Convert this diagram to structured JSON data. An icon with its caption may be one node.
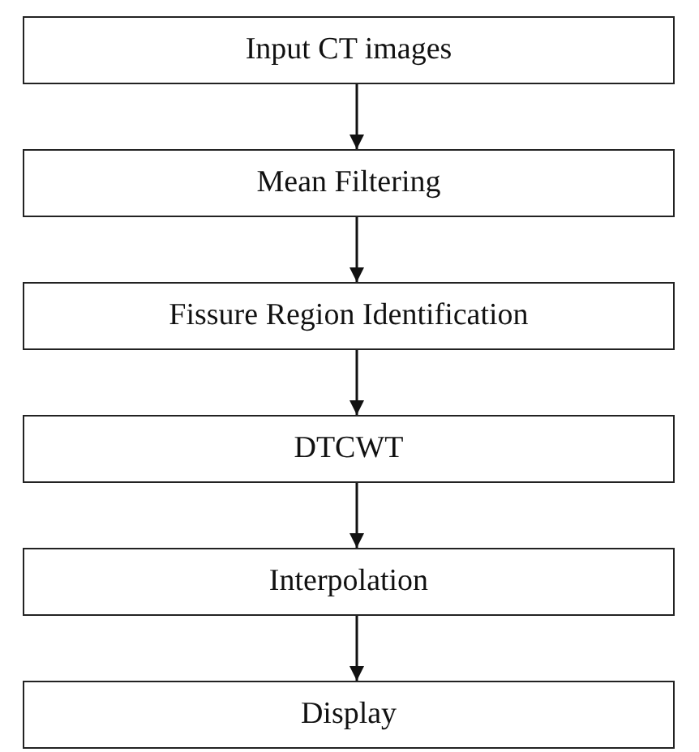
{
  "diagram": {
    "nodes": [
      {
        "text": [
          "Input CT images"
        ]
      },
      {
        "text": [
          "Mean Filtering"
        ]
      },
      {
        "text": [
          "Fissure Region Identification"
        ]
      },
      {
        "text": [
          "DTCWT"
        ]
      },
      {
        "text": [
          "Interpolation"
        ]
      },
      {
        "text": [
          "Display"
        ]
      }
    ],
    "edges": [
      {
        "from": 0,
        "to": 1,
        "arrow": "to"
      },
      {
        "from": 1,
        "to": 2,
        "arrow": "to"
      },
      {
        "from": 2,
        "to": 3,
        "arrow": "to"
      },
      {
        "from": 3,
        "to": 4,
        "arrow": "to"
      },
      {
        "from": 4,
        "to": 5,
        "arrow": "to"
      }
    ]
  }
}
